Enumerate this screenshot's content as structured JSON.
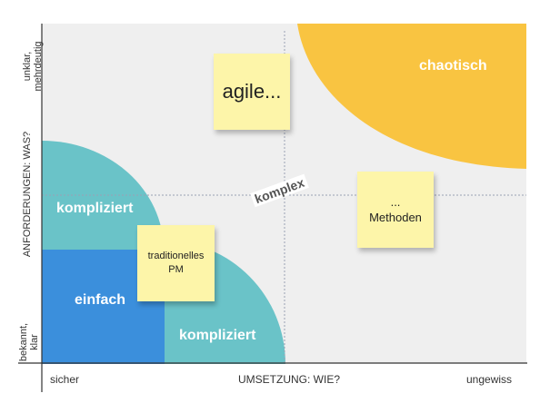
{
  "zones": {
    "chaotic": "chaotisch",
    "complex": "komplex",
    "complicated_left": "kompliziert",
    "complicated_bottom": "kompliziert",
    "simple": "einfach"
  },
  "notes": {
    "agile": "agile...",
    "methods_line1": "...",
    "methods_line2": "Methoden",
    "traditional_line1": "traditionelles",
    "traditional_line2": "PM"
  },
  "axes": {
    "y_title": "ANFORDERUNGEN: WAS?",
    "y_top_line1": "unklar,",
    "y_top_line2": "mehrdeutig",
    "y_bottom_line1": "bekannt,",
    "y_bottom_line2": "klar",
    "x_title": "UMSETZUNG: WIE?",
    "x_left": "sicher",
    "x_right": "ungewiss"
  },
  "colors": {
    "chaotic": "#f9c441",
    "complicated": "#6ac3c8",
    "simple": "#3b8fdc",
    "background": "#efefef",
    "note": "#fdf5a9"
  }
}
